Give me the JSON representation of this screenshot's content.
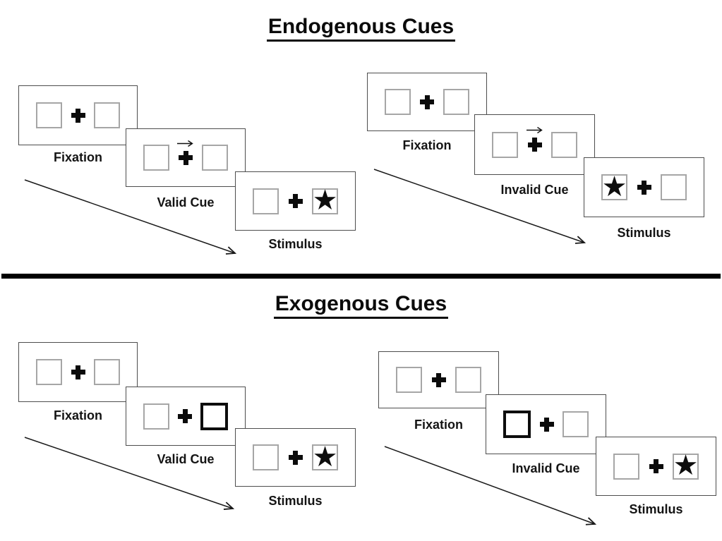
{
  "sections": [
    {
      "title": "Endogenous Cues",
      "panels": [
        {
          "name": "endogenous-valid",
          "frames": [
            {
              "label": "Fixation"
            },
            {
              "label": "Valid Cue"
            },
            {
              "label": "Stimulus"
            }
          ]
        },
        {
          "name": "endogenous-invalid",
          "frames": [
            {
              "label": "Fixation"
            },
            {
              "label": "Invalid Cue"
            },
            {
              "label": "Stimulus"
            }
          ]
        }
      ]
    },
    {
      "title": "Exogenous Cues",
      "panels": [
        {
          "name": "exogenous-valid",
          "frames": [
            {
              "label": "Fixation"
            },
            {
              "label": "Valid Cue"
            },
            {
              "label": "Stimulus"
            }
          ]
        },
        {
          "name": "exogenous-invalid",
          "frames": [
            {
              "label": "Fixation"
            },
            {
              "label": "Invalid Cue"
            },
            {
              "label": "Stimulus"
            }
          ]
        }
      ]
    }
  ],
  "icons": {
    "star": "★"
  },
  "colors": {
    "ink": "#0b0b0b",
    "frame_border": "#4d4d4d",
    "square_border": "#a6a6a6",
    "divider": "#000000",
    "background": "#ffffff"
  }
}
